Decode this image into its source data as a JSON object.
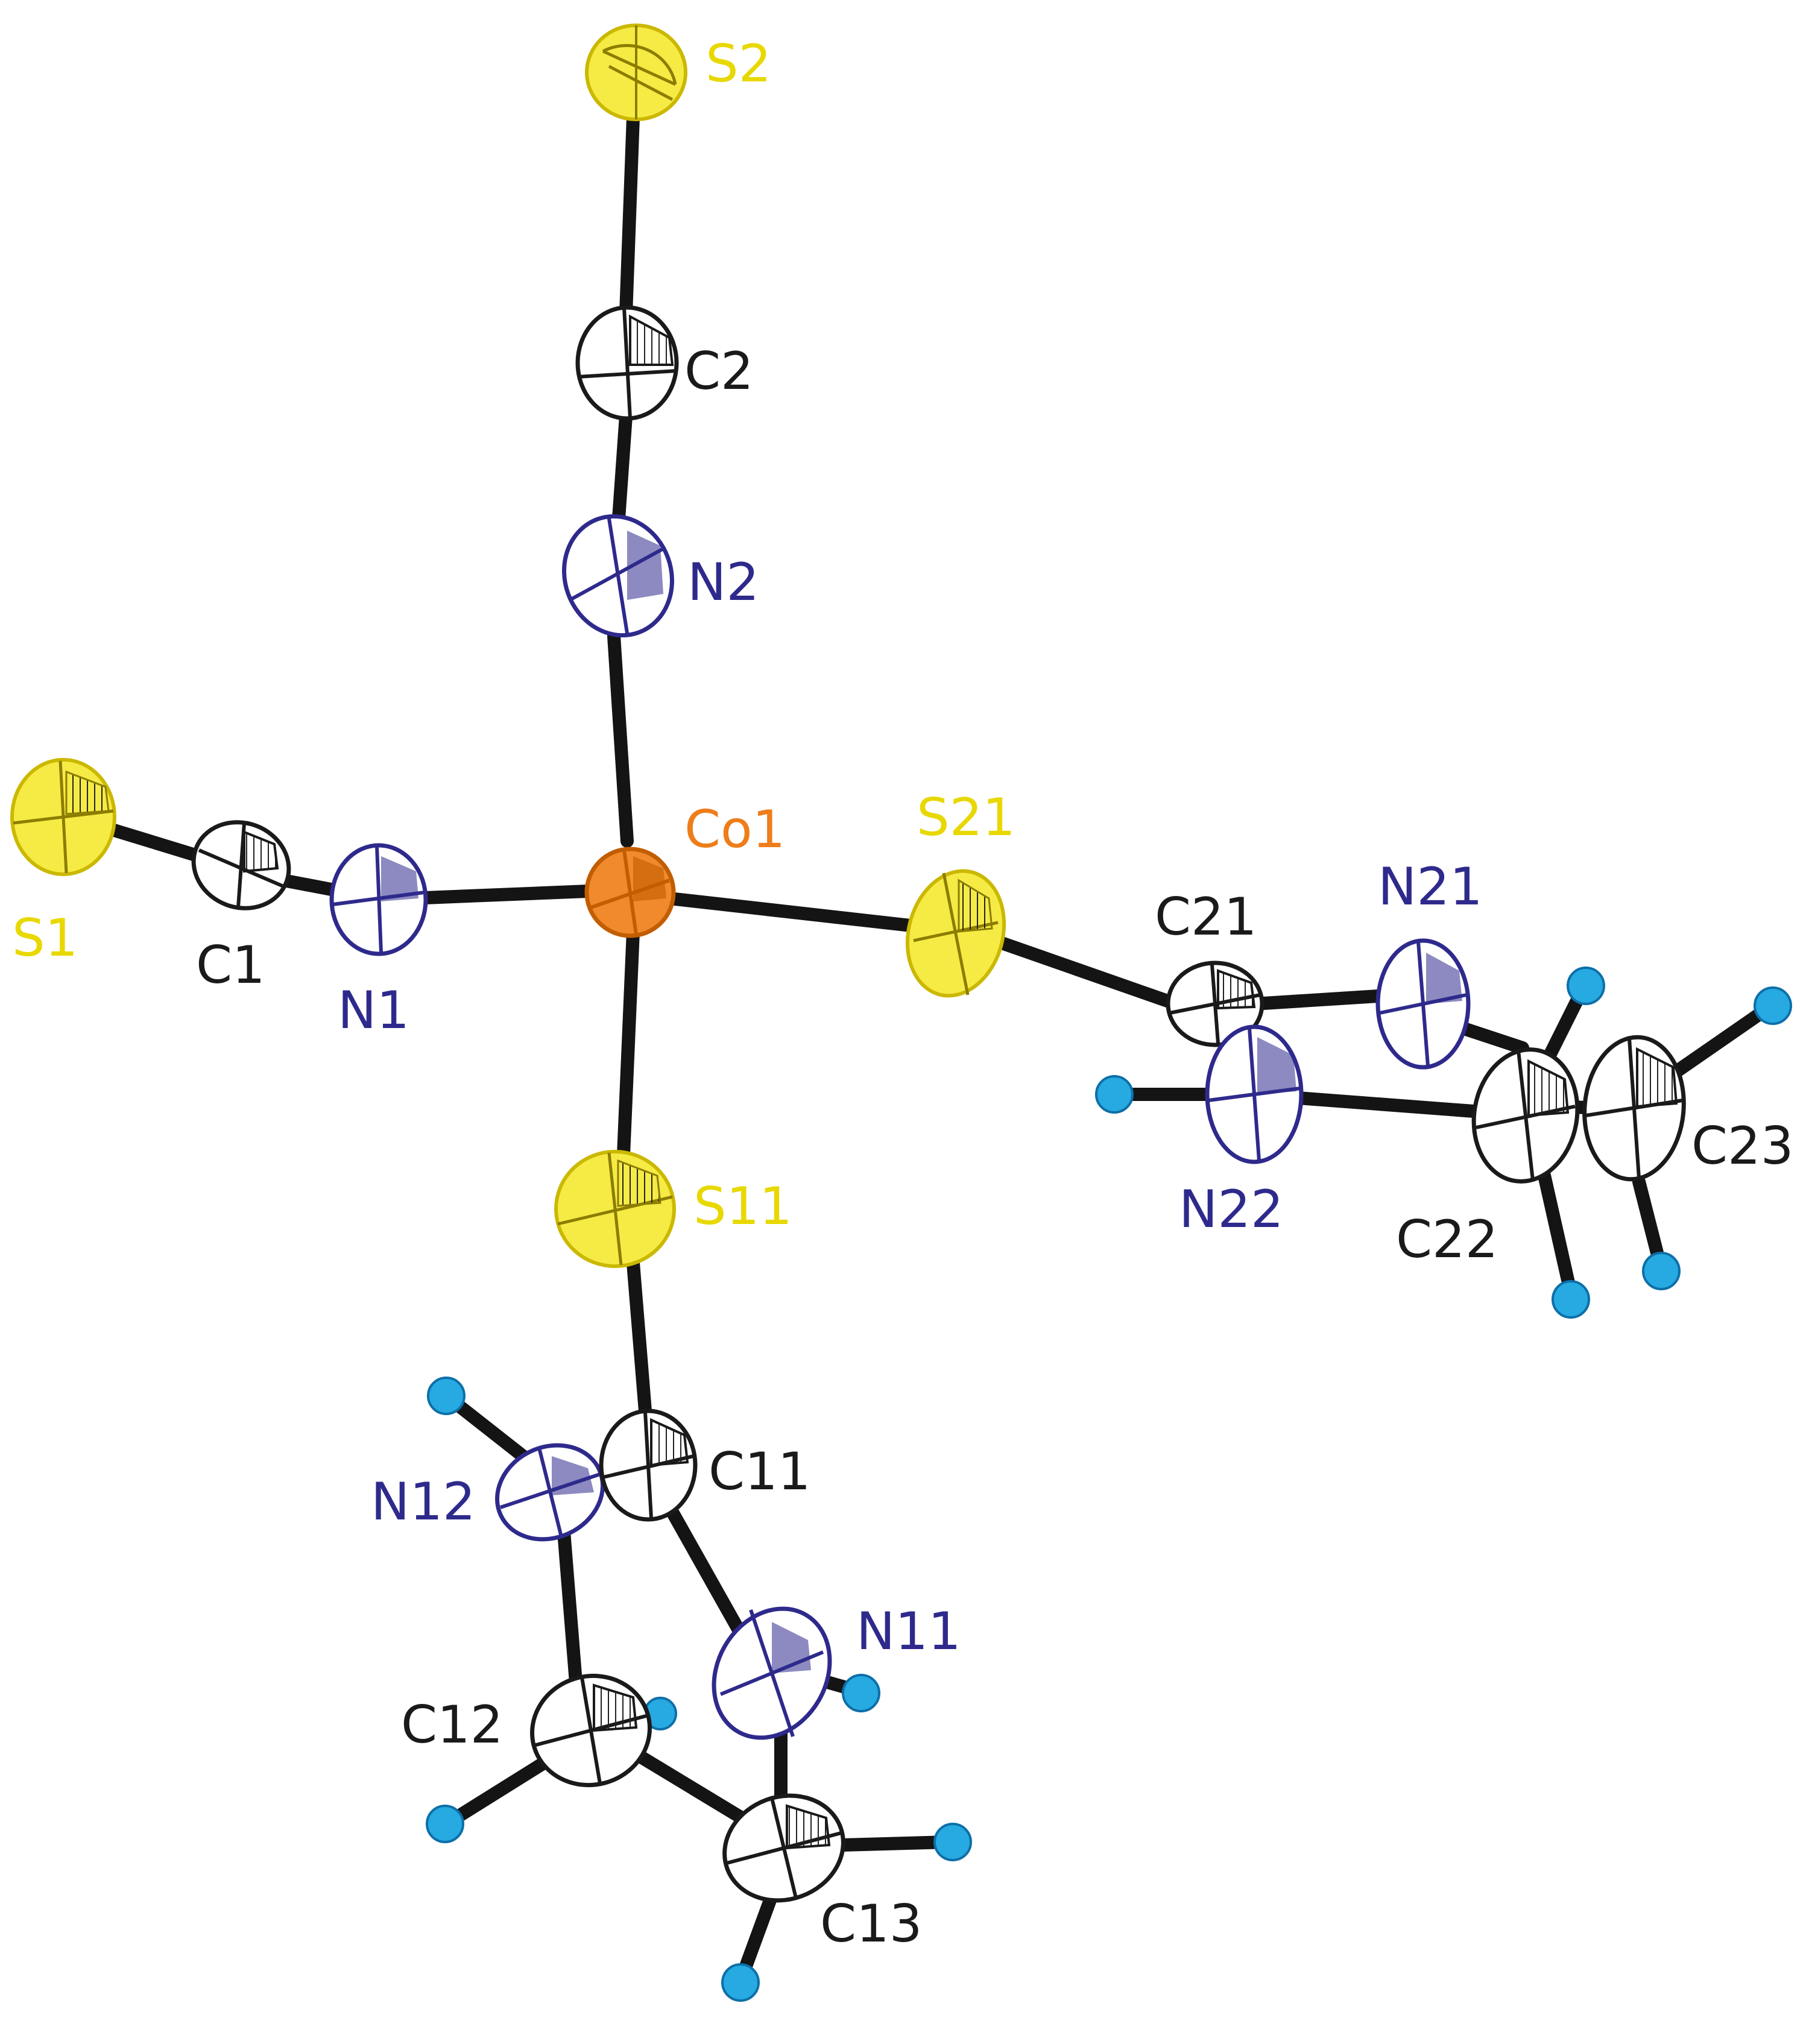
{
  "colors": {
    "background": "#ffffff",
    "bond": "#141414",
    "carbon": "#1a1a1a",
    "nitrogen": "#2e2a8c",
    "sulfur": "#f0e31c",
    "cobalt": "#ee7d1a",
    "hydrogen": "#27a9e1"
  },
  "atoms": {
    "S2": {
      "label": "S2",
      "element": "S"
    },
    "C2": {
      "label": "C2",
      "element": "C"
    },
    "N2": {
      "label": "N2",
      "element": "N"
    },
    "Co1": {
      "label": "Co1",
      "element": "Co"
    },
    "S21": {
      "label": "S21",
      "element": "S"
    },
    "S1": {
      "label": "S1",
      "element": "S"
    },
    "C1": {
      "label": "C1",
      "element": "C"
    },
    "N1": {
      "label": "N1",
      "element": "N"
    },
    "C21": {
      "label": "C21",
      "element": "C"
    },
    "N21": {
      "label": "N21",
      "element": "N"
    },
    "N22": {
      "label": "N22",
      "element": "N"
    },
    "C22": {
      "label": "C22",
      "element": "C"
    },
    "C23": {
      "label": "C23",
      "element": "C"
    },
    "S11": {
      "label": "S11",
      "element": "S"
    },
    "C11": {
      "label": "C11",
      "element": "C"
    },
    "N12": {
      "label": "N12",
      "element": "N"
    },
    "N11": {
      "label": "N11",
      "element": "N"
    },
    "C12": {
      "label": "C12",
      "element": "C"
    },
    "C13": {
      "label": "C13",
      "element": "C"
    }
  }
}
